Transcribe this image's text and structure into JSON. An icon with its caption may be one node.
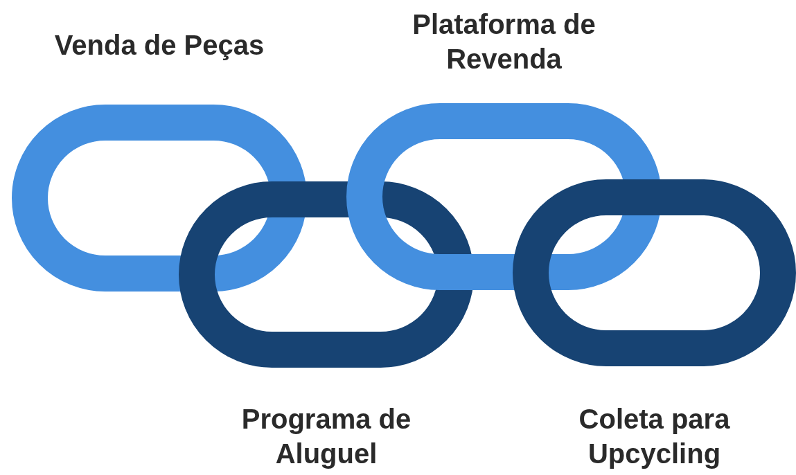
{
  "diagram": {
    "nodes": [
      {
        "text": [
          "Venda de Peças"
        ]
      },
      {
        "text": [
          "Plataforma de Revenda"
        ]
      },
      {
        "text": [
          "Programa de Aluguel"
        ]
      },
      {
        "text": [
          "Coleta para Upcycling"
        ]
      }
    ]
  }
}
